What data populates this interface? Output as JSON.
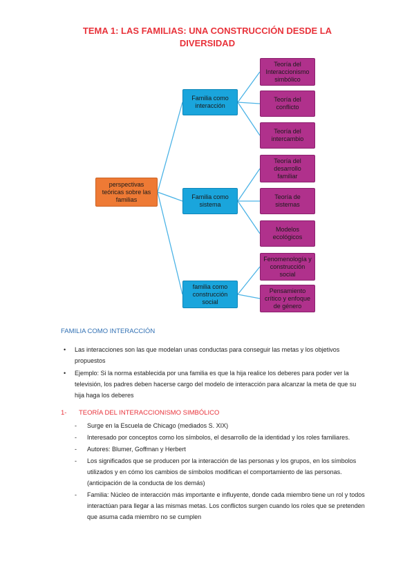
{
  "title": {
    "line1": "TEMA 1: LAS FAMILIAS: UNA CONSTRUCCIÓN DESDE LA",
    "line2": "DIVERSIDAD"
  },
  "diagram": {
    "root": "perspectivas teóricas sobre las familias",
    "branches": [
      {
        "label": "Familia como interacción",
        "leaves": [
          "Teoría del Interaccionismo simbólico",
          "Teoría del conflicto",
          "Teoría del intercambio"
        ]
      },
      {
        "label": "Familia como sistema",
        "leaves": [
          "Teoría del desarrollo familiar",
          "Teoría de sistemas",
          "Modelos ecológicos"
        ]
      },
      {
        "label": "familia como construcción social",
        "leaves": [
          "Fenomenología y construcción social",
          "Pensamiento crítico y enfoque de género"
        ]
      }
    ],
    "colors": {
      "root": "#ee7a35",
      "branch": "#1aa5dc",
      "leaf": "#b0318c",
      "connector": "#4bb3e6"
    }
  },
  "section": {
    "heading": "FAMILIA COMO INTERACCIÓN",
    "bullets": [
      "Las interacciones son las que modelan unas conductas para conseguir las metas y los objetivos propuestos",
      "Ejemplo: Si la norma establecida por una familia es que la hija realice los deberes para poder ver la televisión, los padres deben hacerse cargo del modelo de interacción para alcanzar la meta de que su hija haga los deberes"
    ],
    "subsection": {
      "number": "1-",
      "heading": "TEORÍA DEL INTERACCIONISMO SIMBÓLICO",
      "items": [
        "Surge en la Escuela de Chicago (mediados S. XIX)",
        "Interesado por conceptos como los símbolos, el desarrollo de la identidad y los roles familiares.",
        "Autores: Blumer, Goffman y Herbert",
        "Los significados que se producen por la interacción de las personas y los grupos, en los símbolos utilizados y en cómo los cambios de símbolos modifican el comportamiento de las personas. (anticipación de la conducta de los demás)",
        "Familia: Núcleo de interacción más importante e influyente, donde cada miembro tiene un rol y todos interactúan para llegar a las mismas metas. Los conflictos surgen cuando los roles que se pretenden que asuma cada miembro no se cumplen"
      ]
    }
  }
}
